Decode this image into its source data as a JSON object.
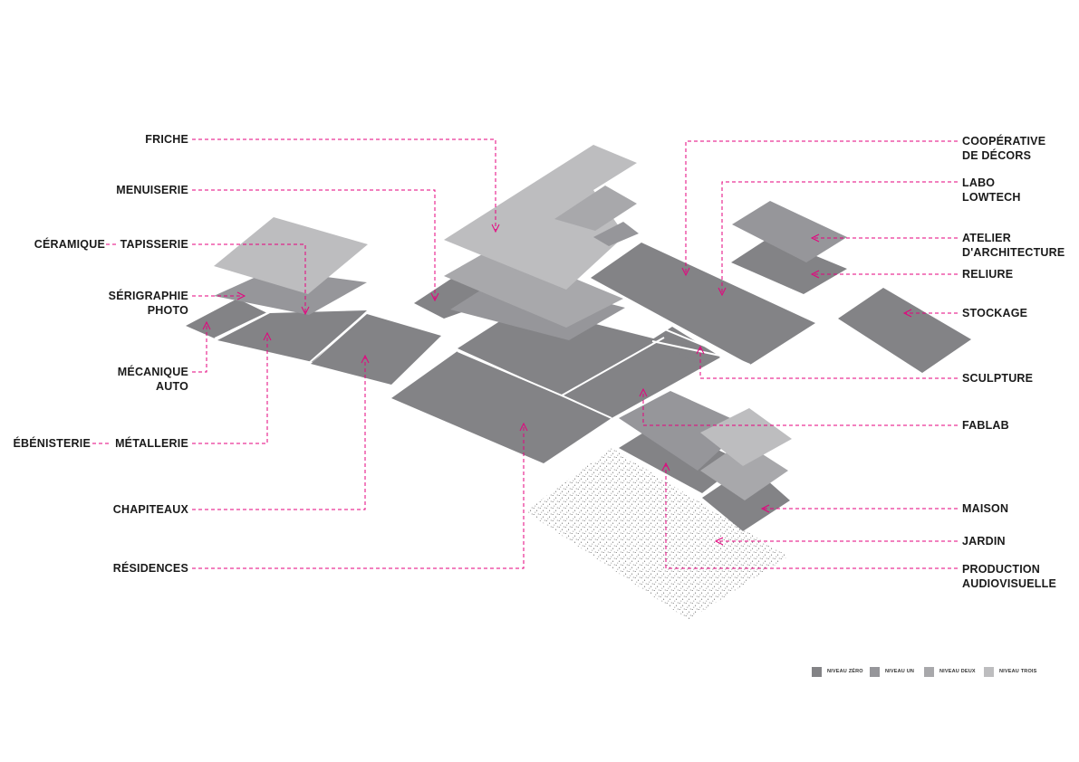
{
  "colors": {
    "niveau_zero": "#838386",
    "niveau_un": "#96969a",
    "niveau_deux": "#a8a8ab",
    "niveau_trois": "#bdbdbf",
    "leader": "#e6007e",
    "text": "#1a1a1a"
  },
  "labels_left": {
    "friche": "FRICHE",
    "menuiserie": "MENUISERIE",
    "ceramique": "CÉRAMIQUE",
    "tapisserie": "TAPISSERIE",
    "serigraphie": "SÉRIGRAPHIE\nPHOTO",
    "mecanique": "MÉCANIQUE\nAUTO",
    "ebenisterie": "ÉBÉNISTERIE",
    "metallerie": "MÉTALLERIE",
    "chapiteaux": "CHAPITEAUX",
    "residences": "RÉSIDENCES"
  },
  "labels_right": {
    "cooperative": "COOPÉRATIVE\nDE DÉCORS",
    "labo": "LABO\nLOWTECH",
    "atelier": "ATELIER\nD'ARCHITECTURE",
    "reliure": "RELIURE",
    "stockage": "STOCKAGE",
    "sculpture": "SCULPTURE",
    "fablab": "FABLAB",
    "maison": "MAISON",
    "jardin": "JARDIN",
    "production": "PRODUCTION\nAUDIOVISUELLE"
  },
  "legend": [
    {
      "label": "NIVEAU ZÉRO",
      "level": "niveau_zero"
    },
    {
      "label": "NIVEAU UN",
      "level": "niveau_un"
    },
    {
      "label": "NIVEAU DEUX",
      "level": "niveau_deux"
    },
    {
      "label": "NIVEAU TROIS",
      "level": "niveau_trois"
    }
  ]
}
